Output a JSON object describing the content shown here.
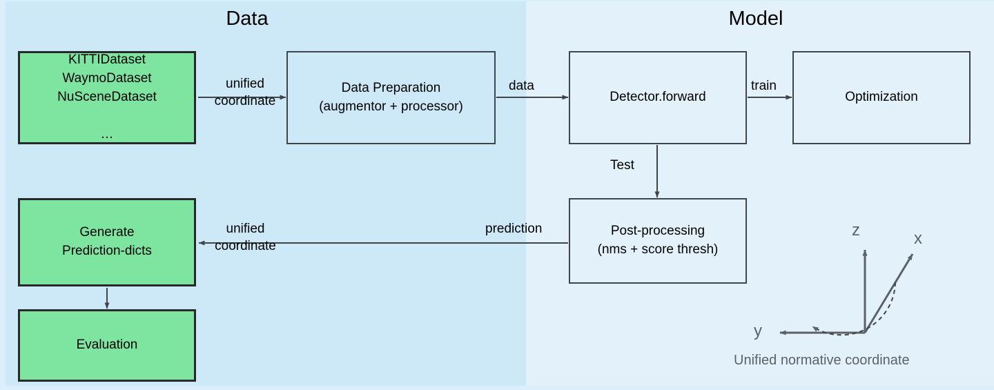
{
  "panels": {
    "data": {
      "title": "Data",
      "bg": "#cde8f7"
    },
    "model": {
      "title": "Model",
      "bg": "#e3f2fa"
    }
  },
  "colors": {
    "green_node": "#7ee5a1",
    "green_border": "#26282b",
    "blue_node": "#cde8f7",
    "blue_node_light": "#e3f2fa",
    "blue_border": "#3f4448",
    "axis_gray": "#5b6166",
    "text": "#000000"
  },
  "nodes": {
    "datasets": {
      "label": "KITTIDataset\nWaymoDataset\nNuSceneDataset\n\n…"
    },
    "data_preparation": {
      "label": "Data Preparation\n(augmentor + processor)"
    },
    "detector_forward": {
      "label": "Detector.forward"
    },
    "optimization": {
      "label": "Optimization"
    },
    "post_processing": {
      "label": "Post-processing\n(nms + score thresh)"
    },
    "generate_prediction_dicts": {
      "label": "Generate\nPrediction-dicts"
    },
    "evaluation": {
      "label": "Evaluation"
    }
  },
  "edges": {
    "unified_coordinate_top": {
      "line1": "unified",
      "line2": "coordinate"
    },
    "data": {
      "label": "data"
    },
    "train": {
      "label": "train"
    },
    "test": {
      "label": "Test"
    },
    "prediction": {
      "label": "prediction"
    },
    "unified_coordinate_bottom": {
      "line1": "unified",
      "line2": "coordinate"
    }
  },
  "coordinate_system": {
    "axis_x": "x",
    "axis_y": "y",
    "axis_z": "z",
    "caption": "Unified normative coordinate"
  }
}
